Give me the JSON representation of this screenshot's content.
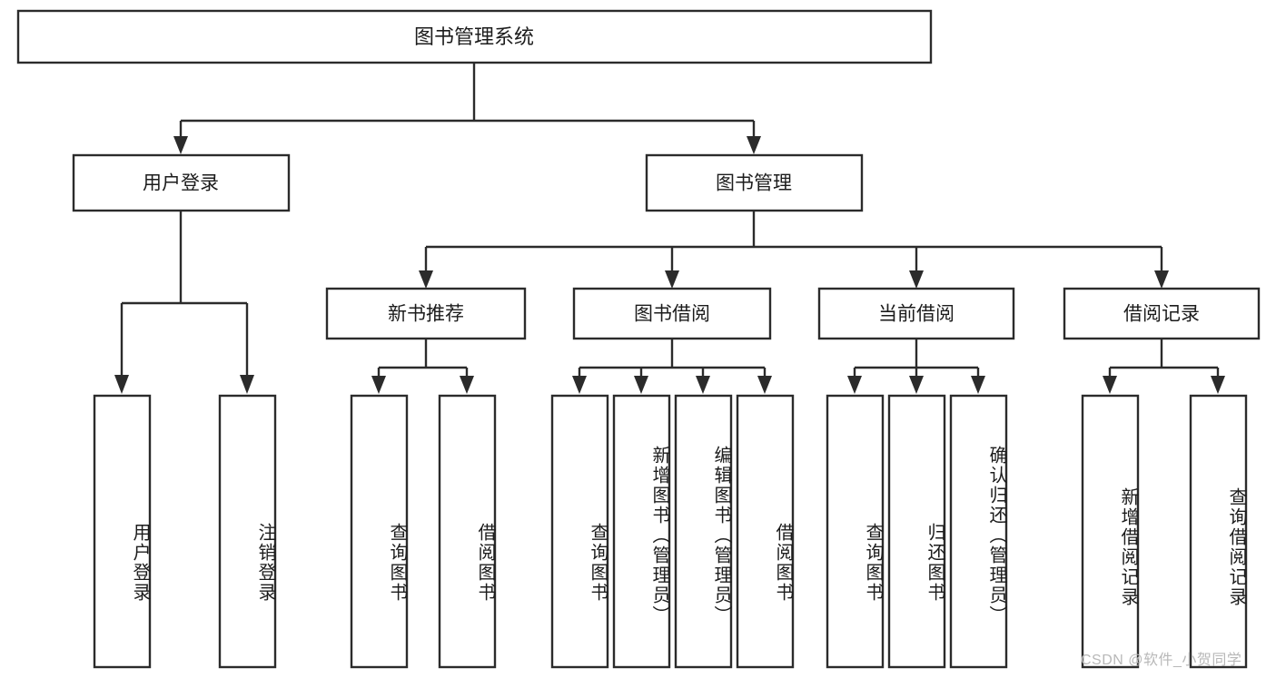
{
  "diagram": {
    "title": "图书管理系统",
    "watermark": "CSDN @软件_小贺同学",
    "colors": {
      "box_stroke": "#2b2b2b",
      "box_fill": "#ffffff",
      "text": "#1c1c1c",
      "background": "#ffffff",
      "watermark": "#b8b8b8"
    },
    "root": {
      "label": "图书管理系统"
    },
    "level1": [
      {
        "label": "用户登录"
      },
      {
        "label": "图书管理"
      }
    ],
    "level2": [
      {
        "label": "新书推荐"
      },
      {
        "label": "图书借阅"
      },
      {
        "label": "当前借阅"
      },
      {
        "label": "借阅记录"
      }
    ],
    "leaves": {
      "user_login": [
        {
          "label": "用户登录"
        },
        {
          "label": "注销登录"
        }
      ],
      "new_book_recommend": [
        {
          "label": "查询图书"
        },
        {
          "label": "借阅图书"
        }
      ],
      "book_borrow": [
        {
          "label": "查询图书"
        },
        {
          "label": "新增图书（管理员）"
        },
        {
          "label": "编辑图书（管理员）"
        },
        {
          "label": "借阅图书"
        }
      ],
      "current_borrow": [
        {
          "label": "查询图书"
        },
        {
          "label": "归还图书"
        },
        {
          "label": "确认归还（管理员）"
        }
      ],
      "borrow_record": [
        {
          "label": "新增借阅记录"
        },
        {
          "label": "查询借阅记录"
        }
      ]
    }
  },
  "chart_data": {
    "type": "diagram",
    "title": "图书管理系统",
    "structure": "tree",
    "nodes": [
      {
        "id": "root",
        "label": "图书管理系统",
        "level": 0,
        "parent": null
      },
      {
        "id": "n-user-login",
        "label": "用户登录",
        "level": 1,
        "parent": "root"
      },
      {
        "id": "n-book-mgmt",
        "label": "图书管理",
        "level": 1,
        "parent": "root"
      },
      {
        "id": "n-new-book",
        "label": "新书推荐",
        "level": 2,
        "parent": "n-book-mgmt"
      },
      {
        "id": "n-book-borrow",
        "label": "图书借阅",
        "level": 2,
        "parent": "n-book-mgmt"
      },
      {
        "id": "n-current-borrow",
        "label": "当前借阅",
        "level": 2,
        "parent": "n-book-mgmt"
      },
      {
        "id": "n-borrow-record",
        "label": "借阅记录",
        "level": 2,
        "parent": "n-book-mgmt"
      },
      {
        "id": "l-user-login",
        "label": "用户登录",
        "level": 3,
        "parent": "n-user-login"
      },
      {
        "id": "l-logout",
        "label": "注销登录",
        "level": 3,
        "parent": "n-user-login"
      },
      {
        "id": "l-nb-query",
        "label": "查询图书",
        "level": 3,
        "parent": "n-new-book"
      },
      {
        "id": "l-nb-borrow",
        "label": "借阅图书",
        "level": 3,
        "parent": "n-new-book"
      },
      {
        "id": "l-bb-query",
        "label": "查询图书",
        "level": 3,
        "parent": "n-book-borrow"
      },
      {
        "id": "l-bb-add",
        "label": "新增图书（管理员）",
        "level": 3,
        "parent": "n-book-borrow"
      },
      {
        "id": "l-bb-edit",
        "label": "编辑图书（管理员）",
        "level": 3,
        "parent": "n-book-borrow"
      },
      {
        "id": "l-bb-borrow",
        "label": "借阅图书",
        "level": 3,
        "parent": "n-book-borrow"
      },
      {
        "id": "l-cb-query",
        "label": "查询图书",
        "level": 3,
        "parent": "n-current-borrow"
      },
      {
        "id": "l-cb-return",
        "label": "归还图书",
        "level": 3,
        "parent": "n-current-borrow"
      },
      {
        "id": "l-cb-confirm",
        "label": "确认归还（管理员）",
        "level": 3,
        "parent": "n-current-borrow"
      },
      {
        "id": "l-br-add",
        "label": "新增借阅记录",
        "level": 3,
        "parent": "n-borrow-record"
      },
      {
        "id": "l-br-query",
        "label": "查询借阅记录",
        "level": 3,
        "parent": "n-borrow-record"
      }
    ]
  }
}
